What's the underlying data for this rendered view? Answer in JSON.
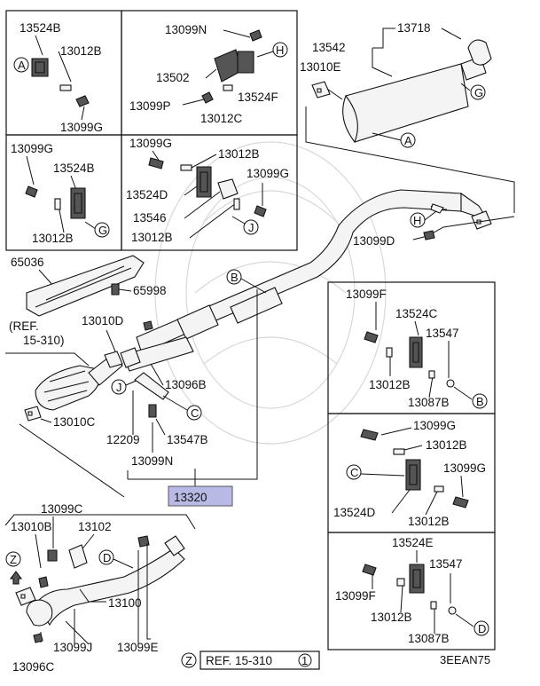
{
  "parts": {
    "p13524B": "13524B",
    "p13012B": "13012B",
    "p13099G": "13099G",
    "p13099N": "13099N",
    "p13502": "13502",
    "p13099P": "13099P",
    "p13524F": "13524F",
    "p13012C": "13012C",
    "p13718": "13718",
    "p13542": "13542",
    "p13010E": "13010E",
    "p13524D": "13524D",
    "p13546": "13546",
    "p65036": "65036",
    "p65998": "65998",
    "p13010D": "13010D",
    "p13096B": "13096B",
    "p13010C": "13010C",
    "p12209": "12209",
    "p13547B": "13547B",
    "p13320": "13320",
    "p13099D": "13099D",
    "p13099F": "13099F",
    "p13524C": "13524C",
    "p13547": "13547",
    "p13087B": "13087B",
    "p13524E": "13524E",
    "p13099C": "13099C",
    "p13010B": "13010B",
    "p13102": "13102",
    "p13100": "13100",
    "p13099J": "13099J",
    "p13099E": "13099E",
    "p13096C": "13096C"
  },
  "refs": {
    "ref_left_1": "(REF.",
    "ref_left_2": "15-310)",
    "ref_bottom": "REF. 15-310",
    "ref_bottom_num": "1",
    "ref_bottom_z": "Z"
  },
  "markers": {
    "A": "A",
    "B": "B",
    "C": "C",
    "D": "D",
    "G": "G",
    "H": "H",
    "J": "J",
    "Z": "Z"
  },
  "code": "3EEAN75"
}
